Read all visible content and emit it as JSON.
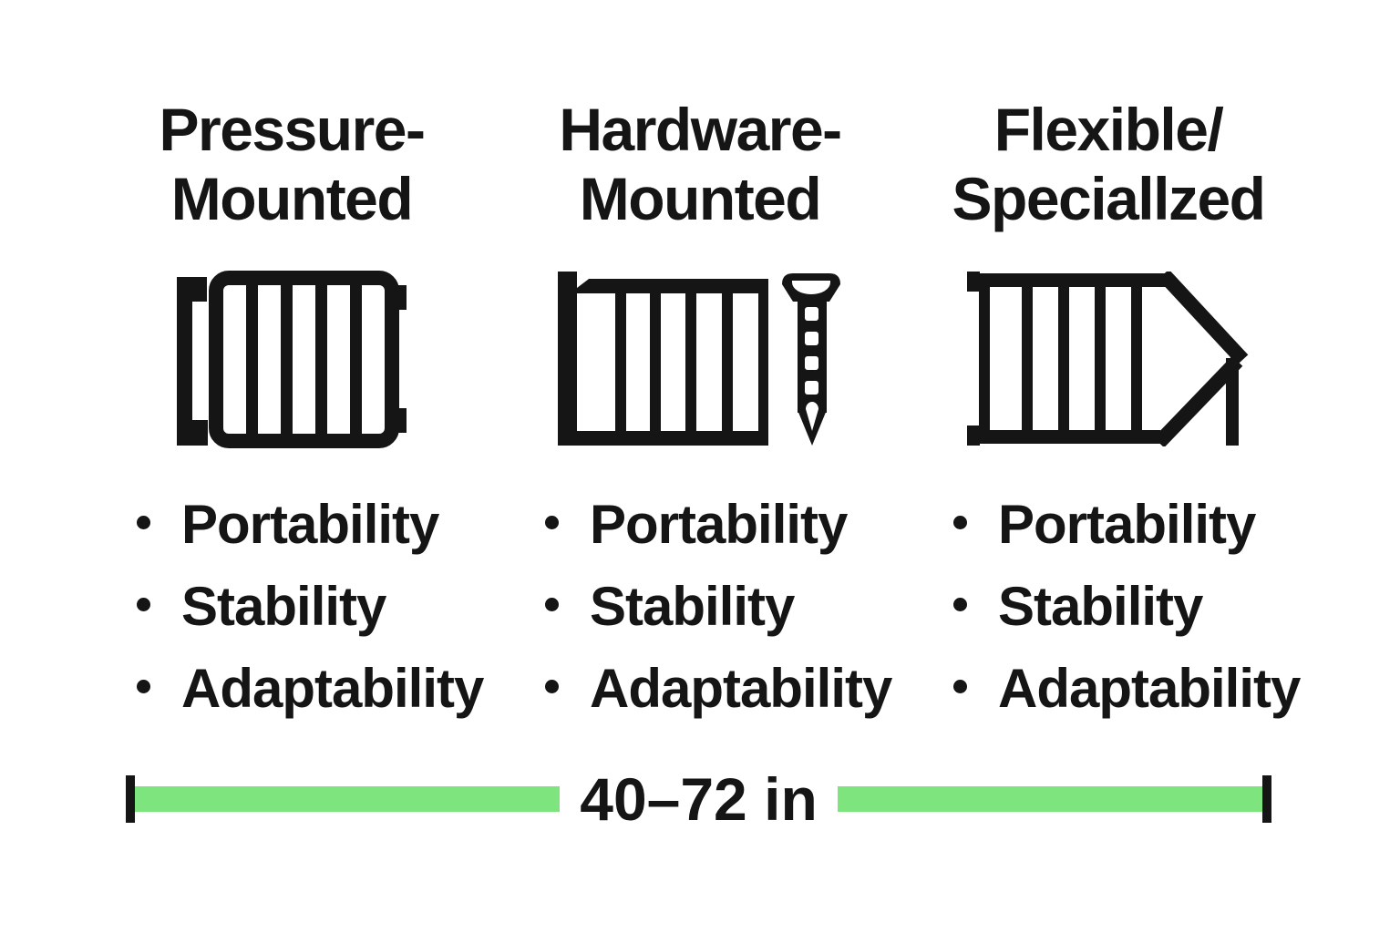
{
  "colors": {
    "background": "#ffffff",
    "ink": "#151515",
    "green": "#7ee57e"
  },
  "columns": [
    {
      "title_line1": "Pressure-",
      "title_line2": "Mounted",
      "icon": "pressure-mounted-gate-icon",
      "bullets": [
        "Portability",
        "Stability",
        "Adaptability"
      ]
    },
    {
      "title_line1": "Hardware-",
      "title_line2": "Mounted",
      "icon": "hardware-mounted-gate-with-screw-icon",
      "bullets": [
        "Portability",
        "Stability",
        "Adaptability"
      ]
    },
    {
      "title_line1": "Flexible/",
      "title_line2": "Speciallzed",
      "icon": "flexible-specialized-gate-icon",
      "bullets": [
        "Portability",
        "Stability",
        "Adaptability"
      ]
    }
  ],
  "size_range": {
    "label": "40–72 in"
  }
}
